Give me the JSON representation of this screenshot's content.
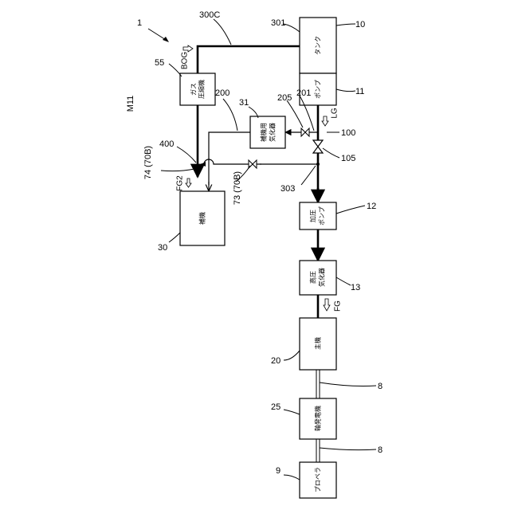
{
  "figure": {
    "label": "M11",
    "system_ref": "1"
  },
  "components": {
    "tank": {
      "label": "タンク",
      "ref": "10",
      "port_ref": "301"
    },
    "pump": {
      "label": "ポンプ",
      "ref": "11"
    },
    "gas_compressor": {
      "label_line1": "ガス",
      "label_line2": "圧縮機",
      "ref": "55"
    },
    "aux_vaporizer": {
      "label_line1": "補機用",
      "label_line2": "気化器",
      "ref": "31"
    },
    "aux_engine": {
      "label": "補機",
      "ref": "30"
    },
    "booster_pump": {
      "label_line1": "加圧",
      "label_line2": "ポンプ",
      "ref": "12"
    },
    "hp_vaporizer": {
      "label_line1": "高圧",
      "label_line2": "気化器",
      "ref": "13"
    },
    "main_engine": {
      "label": "主機",
      "ref": "20"
    },
    "shaft_generator": {
      "label": "軸発電機",
      "ref": "25"
    },
    "propeller": {
      "label": "プロペラ",
      "ref": "9"
    }
  },
  "lines": {
    "bog_line": "300C",
    "aux_line": "200",
    "branch_205": "205",
    "branch_201": "201",
    "main_line": "100",
    "valve_105": "105",
    "junction_303": "303",
    "cross_400": "400",
    "valve_73": "73 (70B)",
    "valve_74": "74 (70B)",
    "shaft_upper": "8",
    "shaft_lower": "8"
  },
  "flows": {
    "bog": "BOG",
    "lg": "LG",
    "fg": "FG",
    "fg2": "FG2"
  }
}
